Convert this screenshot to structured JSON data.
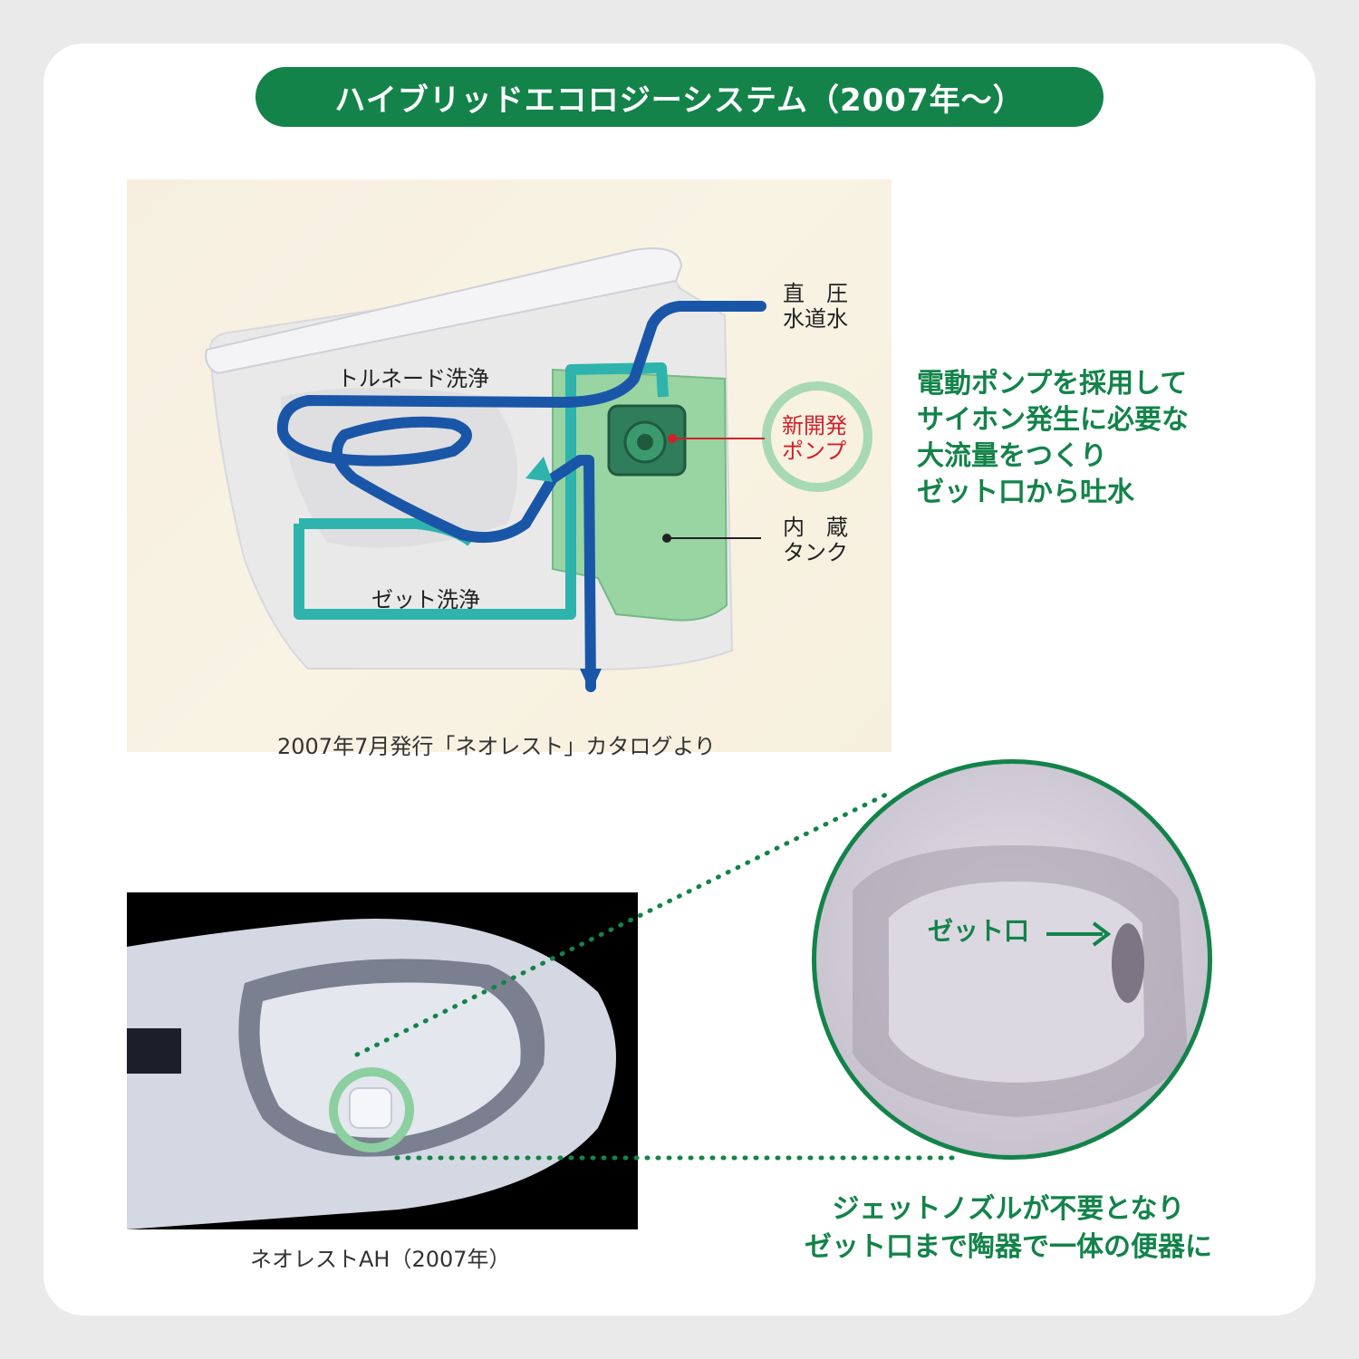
{
  "title": "ハイブリッドエコロジーシステム（2007年〜）",
  "diagram": {
    "labels": {
      "direct_water_line1": "直　圧",
      "direct_water_line2": "水道水",
      "tornado": "トルネード洗浄",
      "pump_line1": "新開発",
      "pump_line2": "ポンプ",
      "tank_line1": "内　蔵",
      "tank_line2": "タンク",
      "zet": "ゼット洗浄"
    },
    "caption": "2007年7月発行「ネオレスト」カタログより"
  },
  "callout": {
    "line1": "電動ポンプを採用して",
    "line2": "サイホン発生に必要な",
    "line3": "大流量をつくり",
    "line4": "ゼット口から吐水"
  },
  "photo": {
    "caption": "ネオレストAH（2007年）"
  },
  "zoom": {
    "label": "ゼット口"
  },
  "bottom_callout": {
    "line1": "ジェットノズルが不要となり",
    "line2": "ゼット口まで陶器で一体の便器に"
  },
  "colors": {
    "brand_green": "#13834a",
    "pump_red": "#d2202a",
    "pipe_blue": "#1a56a8",
    "pipe_teal": "#2fb3ad",
    "tank_green": "#7fcf8a"
  }
}
